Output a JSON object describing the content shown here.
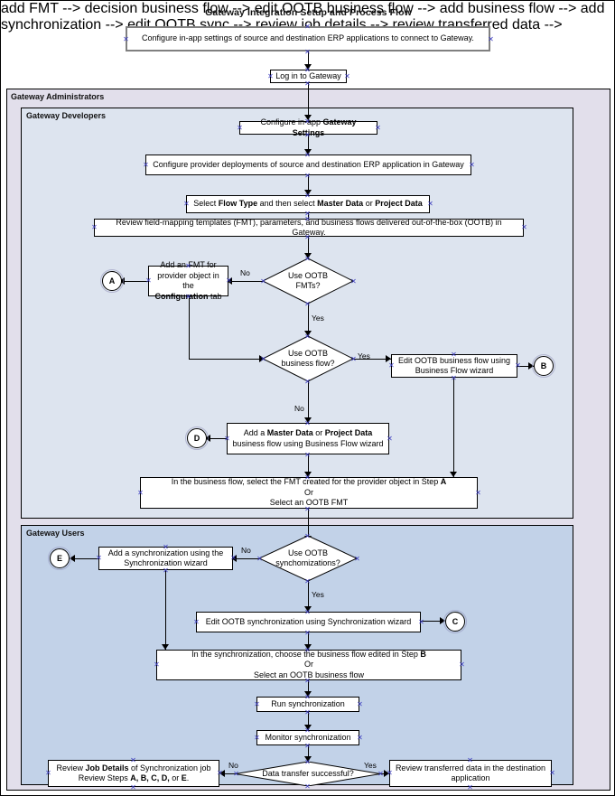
{
  "title": "Gateway Integration Setup and Process Flow",
  "lanes": [
    {
      "id": "admins",
      "label": "Gateway Administrators"
    },
    {
      "id": "developers",
      "label": "Gateway Developers"
    },
    {
      "id": "users",
      "label": "Gateway Users"
    }
  ],
  "nodes": {
    "configure_inapp": "Configure in-app settings of source and destination ERP applications to connect to Gateway.",
    "login": "Log in to Gateway",
    "gateway_settings_pre": "Configure in-app ",
    "gateway_settings_bold": "Gateway Settings",
    "provider_deployments": "Configure provider deployments of source and destination ERP application  in Gateway",
    "flow_type_1": "Select ",
    "flow_type_b1": "Flow Type",
    "flow_type_2": " and then select ",
    "flow_type_b2": "Master Data",
    "flow_type_3": " or ",
    "flow_type_b3": "Project Data",
    "review_templates": "Review field-mapping templates (FMT), parameters, and business flows delivered out-of-the-box (OOTB) in Gateway.",
    "add_fmt_1": "Add an FMT for",
    "add_fmt_2": "provider object in the",
    "add_fmt_b": "Configuration",
    "add_fmt_3": " tab",
    "decision_ootb_fmts_l1": "Use OOTB",
    "decision_ootb_fmts_l2": "FMTs?",
    "decision_ootb_bflow_l1": "Use OOTB",
    "decision_ootb_bflow_l2": "business flow?",
    "edit_ootb_bflow_l1": "Edit OOTB business flow using",
    "edit_ootb_bflow_l2": "Business Flow wizard",
    "add_bflow_1": "Add a ",
    "add_bflow_b1": "Master Data",
    "add_bflow_2": " or ",
    "add_bflow_b2": "Project Data",
    "add_bflow_l2": "business flow using Business Flow wizard",
    "select_fmt_l1a": "In the business flow, select the FMT created for the provider object in Step ",
    "select_fmt_l1b": "A",
    "select_fmt_l2": "Or",
    "select_fmt_l3": "Select an OOTB FMT",
    "add_sync_l1": "Add a synchronization using the",
    "add_sync_l2": "Synchronization wizard",
    "decision_ootb_sync_l1": "Use OOTB",
    "decision_ootb_sync_l2": "synchomizations?",
    "edit_ootb_sync": "Edit OOTB synchronization using Synchronization wizard",
    "choose_bflow_l1a": "In the synchronization, choose the business flow edited in Step ",
    "choose_bflow_l1b": "B",
    "choose_bflow_l2": "Or",
    "choose_bflow_l3": "Select an OOTB business flow",
    "run_sync": "Run synchronization",
    "monitor_sync": "Monitor synchronization",
    "decision_transfer": "Data transfer successful?",
    "review_job_1": "Review ",
    "review_job_b1": "Job Details",
    "review_job_2": " of Synchronization job",
    "review_job_l2a": "Review Steps ",
    "review_job_l2b": "A, B, C, D,",
    "review_job_l2c": " or ",
    "review_job_l2d": "E",
    "review_job_l2e": ".",
    "review_transferred_l1": "Review transferred data in the destination",
    "review_transferred_l2": "application"
  },
  "connectors": [
    {
      "id": "A",
      "label": "A"
    },
    {
      "id": "B",
      "label": "B"
    },
    {
      "id": "C",
      "label": "C"
    },
    {
      "id": "D",
      "label": "D"
    },
    {
      "id": "E",
      "label": "E"
    }
  ],
  "edge_labels": {
    "fmt_no": "No",
    "fmt_yes": "Yes",
    "bflow_yes": "Yes",
    "bflow_no": "No",
    "sync_no": "No",
    "sync_yes": "Yes",
    "transfer_no": "No",
    "transfer_yes": "Yes"
  },
  "colors": {
    "lane_admins": "#e2dfeb",
    "lane_developers": "#dde4ef",
    "lane_users": "#c2d2e8",
    "node_fill": "#ffffff",
    "stroke": "#000000",
    "thick_stroke": "#808080",
    "anchor": "#3b3bbf"
  }
}
